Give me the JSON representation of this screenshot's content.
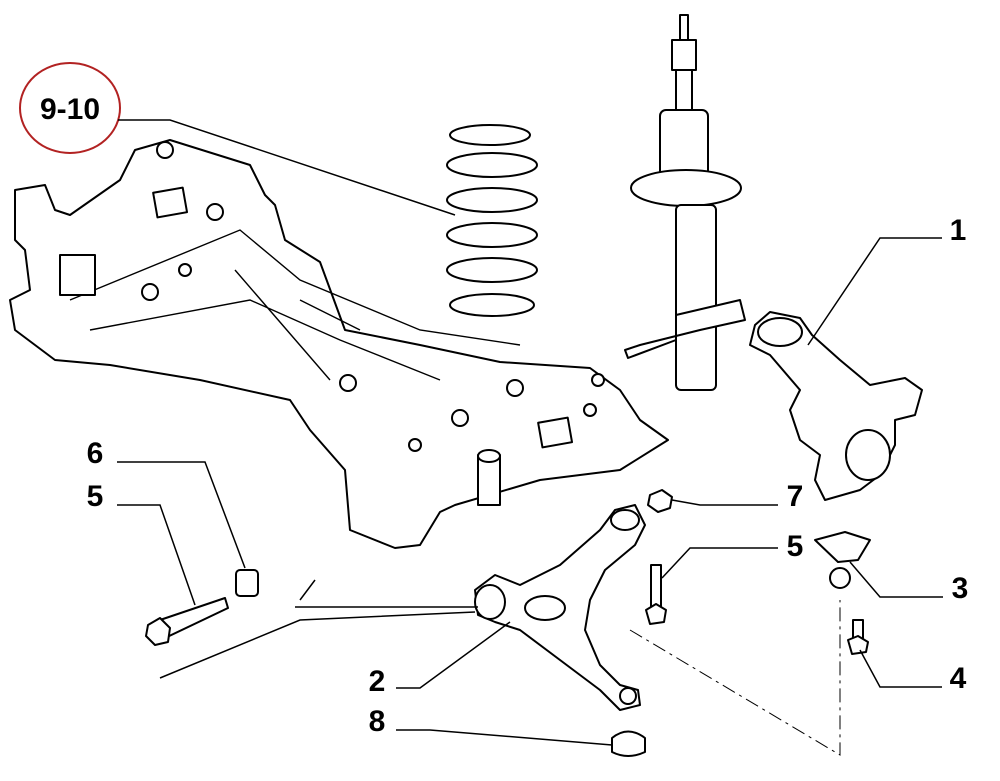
{
  "diagram": {
    "accent_color": "#b22222",
    "callouts": {
      "subframe": {
        "label": "9-10",
        "highlighted": true
      },
      "knuckle": {
        "label": "1"
      },
      "washer_plate": {
        "label": "6"
      },
      "bolt_left": {
        "label": "5"
      },
      "nut": {
        "label": "7"
      },
      "bolt_right": {
        "label": "5"
      },
      "ball_joint": {
        "label": "3"
      },
      "screw": {
        "label": "4"
      },
      "control_arm": {
        "label": "2"
      },
      "bushing": {
        "label": "8"
      }
    }
  }
}
